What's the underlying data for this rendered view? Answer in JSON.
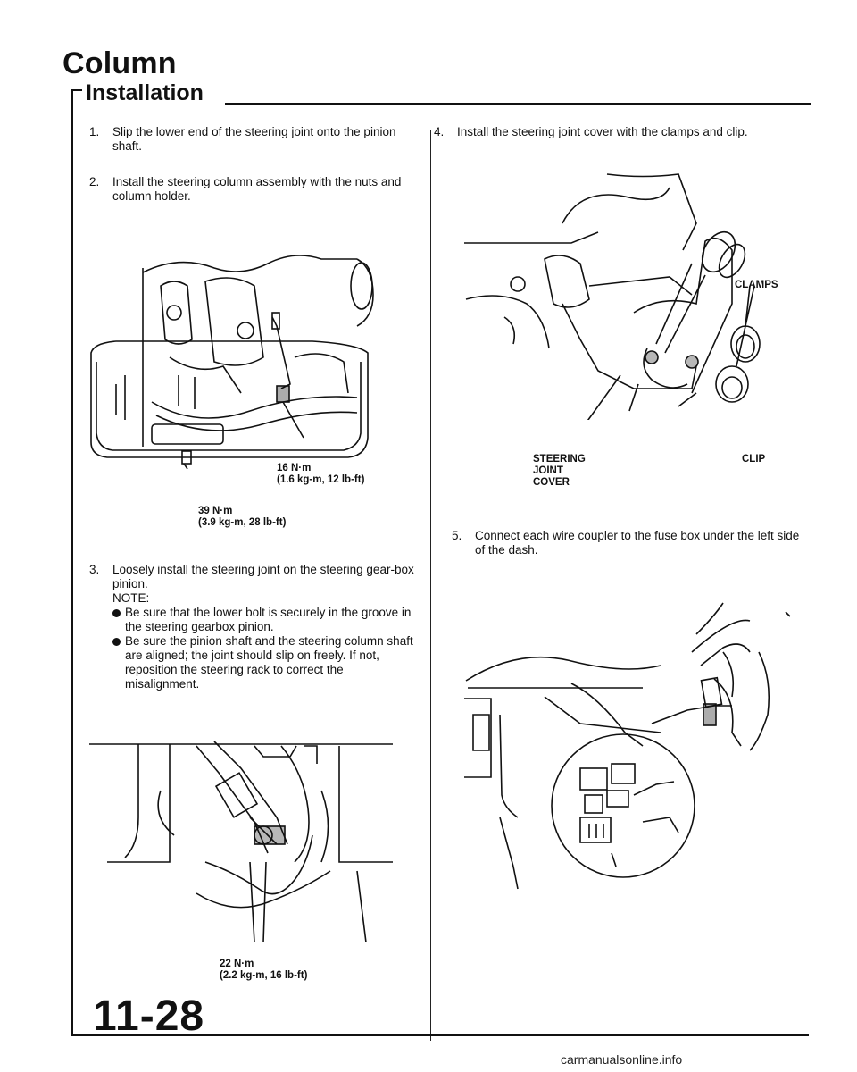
{
  "header": {
    "section_title": "Column",
    "subsection_title": "Installation"
  },
  "steps": [
    {
      "number": "1.",
      "text": "Slip the lower end of the steering joint onto the pinion shaft."
    },
    {
      "number": "2.",
      "text": "Install the steering column assembly with the nuts and column holder."
    },
    {
      "number": "3.",
      "text": "Loosely install the steering joint on the steering gear-box pinion.",
      "note_label": "NOTE:",
      "notes": [
        "Be sure that the lower bolt is securely in the groove in the steering gearbox pinion.",
        "Be sure the pinion shaft and the steering column shaft are aligned; the joint should slip on freely. If not, reposition the steering rack to correct the misalignment."
      ]
    },
    {
      "number": "4.",
      "text": "Install the steering joint cover with the clamps and clip."
    },
    {
      "number": "5.",
      "text": "Connect each wire coupler to the fuse box under the left side of the dash."
    }
  ],
  "figure_column": {
    "torque_upper_line1": "16 N·m",
    "torque_upper_line2": "(1.6 kg-m, 12 lb-ft)",
    "torque_lower_line1": "39 N·m",
    "torque_lower_line2": "(3.9 kg-m, 28 lb-ft)"
  },
  "figure_joint": {
    "torque_line1": "22 N·m",
    "torque_line2": "(2.2 kg-m, 16 lb-ft)"
  },
  "figure_cover": {
    "clamps_label": "CLAMPS",
    "cover_label_line1": "STEERING",
    "cover_label_line2": "JOINT",
    "cover_label_line3": "COVER",
    "clip_label": "CLIP"
  },
  "footer": {
    "page_number": "11-28",
    "watermark": "carmanualsonline.info"
  }
}
